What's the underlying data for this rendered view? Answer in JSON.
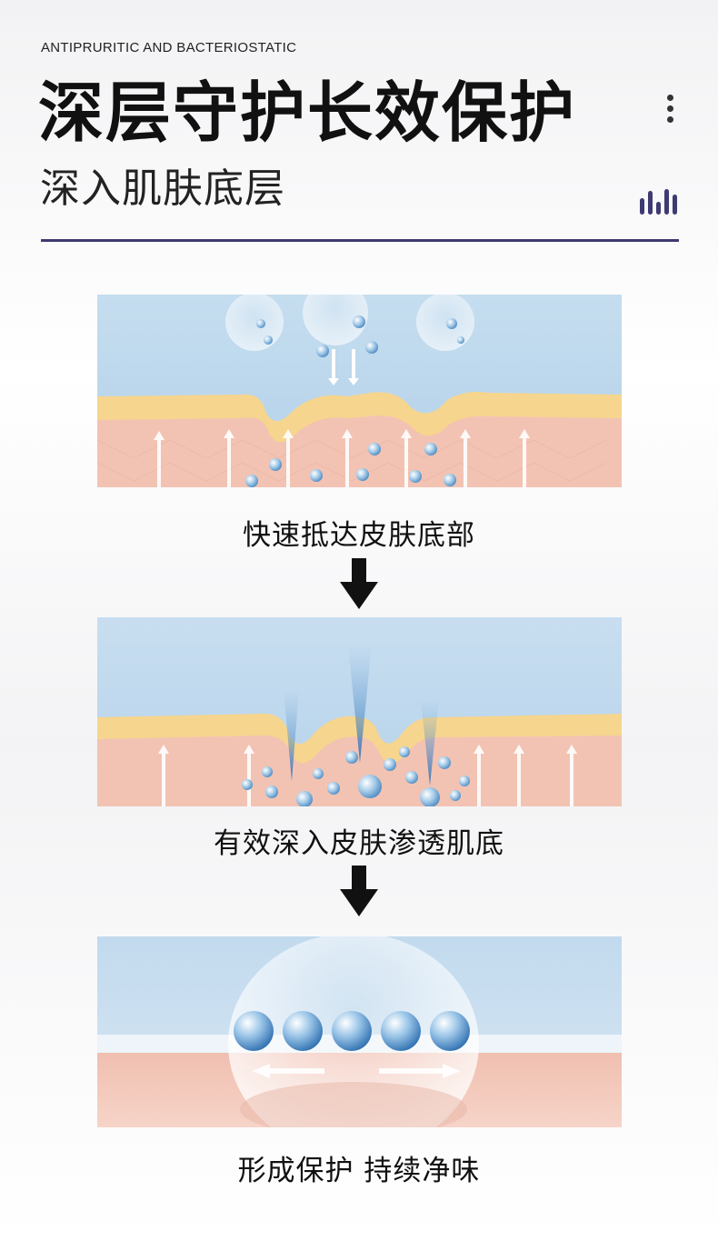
{
  "header": {
    "subtitle_en": "ANTIPRURITIC AND BACTERIOSTATIC",
    "title": "深层守护长效保护",
    "subtitle": "深入肌肤底层"
  },
  "icons": {
    "menu": "more-vertical-icon",
    "bars": "bar-signal-icon",
    "arrow": "arrow-down-icon"
  },
  "steps": [
    {
      "caption": "快速抵达皮肤底部"
    },
    {
      "caption": "有效深入皮肤渗透肌底"
    },
    {
      "caption": "形成保护 持续净味"
    }
  ],
  "colors": {
    "accent": "#3e3a72",
    "sky": "#bcd7ec",
    "skin": "#f2c3b3",
    "fat": "#f7d78a",
    "bubble": "#5b9bd0"
  }
}
